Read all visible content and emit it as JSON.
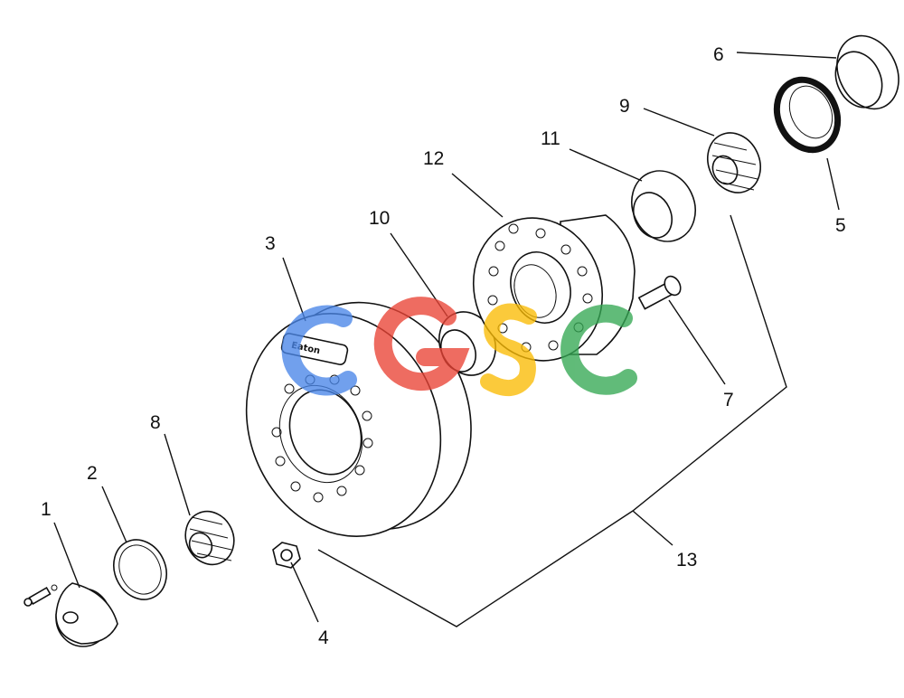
{
  "diagram": {
    "stamp_text": "Eaton",
    "callouts": [
      "1",
      "2",
      "3",
      "4",
      "5",
      "6",
      "7",
      "8",
      "9",
      "10",
      "11",
      "12",
      "13"
    ]
  },
  "watermark": {
    "text": "CGSC",
    "colors": [
      "#4a86e8",
      "#ea4335",
      "#fbbc05",
      "#34a853"
    ]
  }
}
